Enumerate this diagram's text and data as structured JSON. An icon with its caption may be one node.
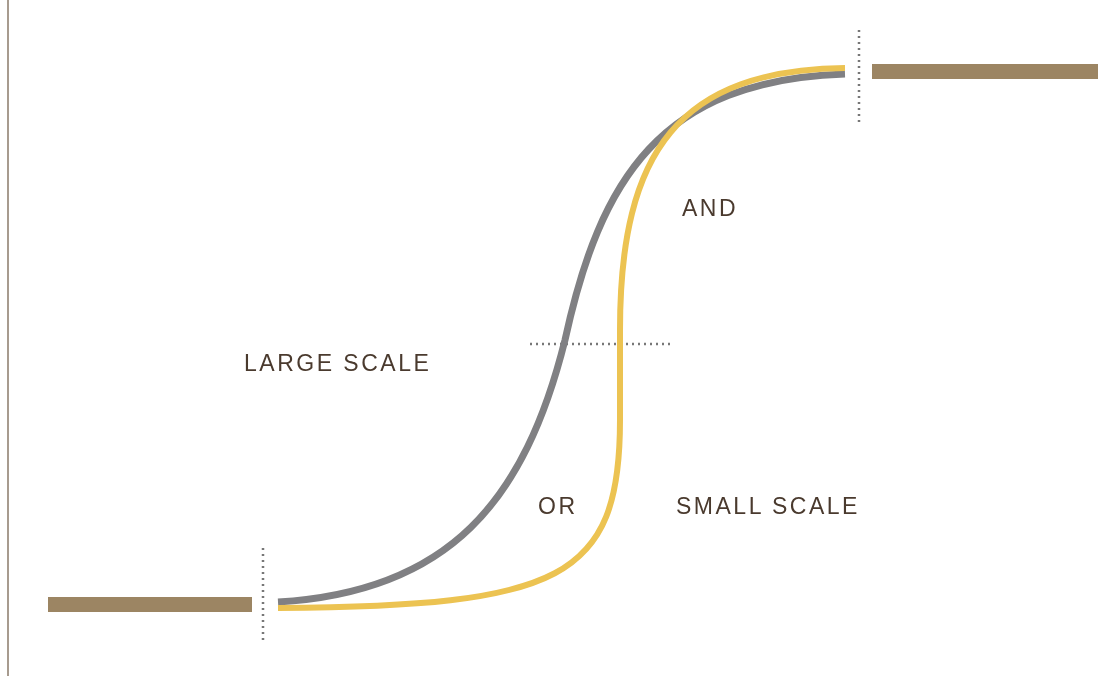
{
  "diagram": {
    "labels": [
      "AND",
      "LARGE SCALE",
      "OR",
      "SMALL SCALE"
    ]
  }
}
